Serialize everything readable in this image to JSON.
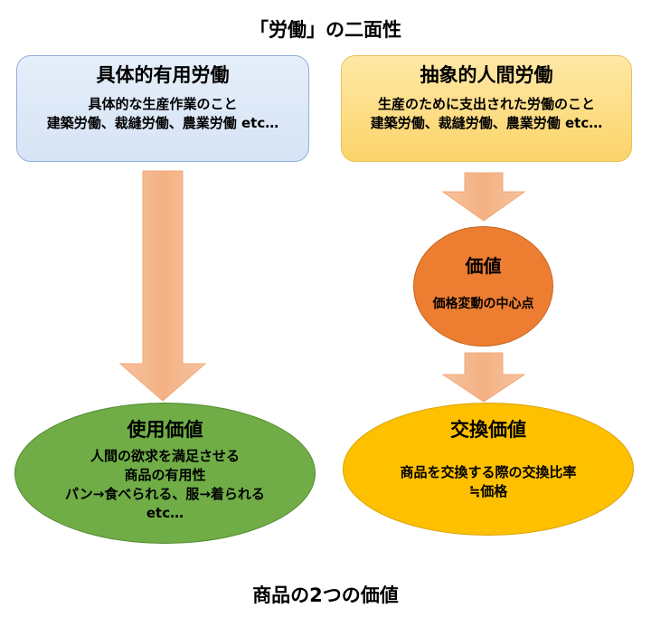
{
  "title": "「労働」の二面性",
  "caption": "商品の2つの価値",
  "concrete_labor": {
    "title": "具体的有用労働",
    "line1": "具体的な生産作業のこと",
    "line2": "建築労働、裁縫労働、農業労働 etc…"
  },
  "abstract_labor": {
    "title": "抽象的人間労働",
    "line1": "生産のために支出された労働のこと",
    "line2": "建築労働、裁縫労働、農業労働 etc…"
  },
  "value": {
    "title": "価値",
    "text": "価格変動の中心点"
  },
  "use_value": {
    "title": "使用価値",
    "line1": "人間の欲求を満足させる",
    "line2": "商品の有用性",
    "line3": "パン→食べられる、服→着られる",
    "line4": "etc…"
  },
  "exchange_value": {
    "title": "交換価値",
    "line1": "商品を交換する際の交換比率",
    "line2": "≒価格"
  },
  "colors": {
    "arrow": "#f4b183",
    "value_fill": "#ed7d31",
    "use_value_fill": "#70ad47",
    "exchange_value_fill": "#ffc000",
    "concrete_box_fill": "#dae6f5",
    "abstract_box_fill": "#fdd771"
  }
}
